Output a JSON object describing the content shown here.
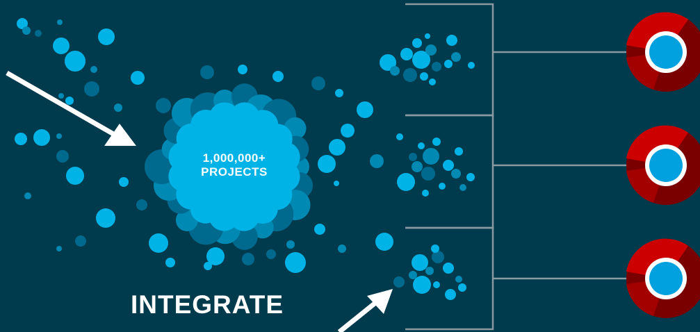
{
  "cloud": {
    "line1": "1,000,000+",
    "line2": "PROJECTS"
  },
  "caption": "INTEGRATE",
  "colors": {
    "background": "#003a4d",
    "dot_light": "#00b3e6",
    "dot_mid": "#0089b3",
    "dot_dark": "#006a8e",
    "bracket": "#8a9aa3",
    "arrow": "#ffffff",
    "product_red": "#cc0000",
    "product_dark": "#7a0000",
    "product_center": "#00a1de"
  },
  "icons": [
    "arrow-icon",
    "product-icon",
    "dot-cluster"
  ]
}
